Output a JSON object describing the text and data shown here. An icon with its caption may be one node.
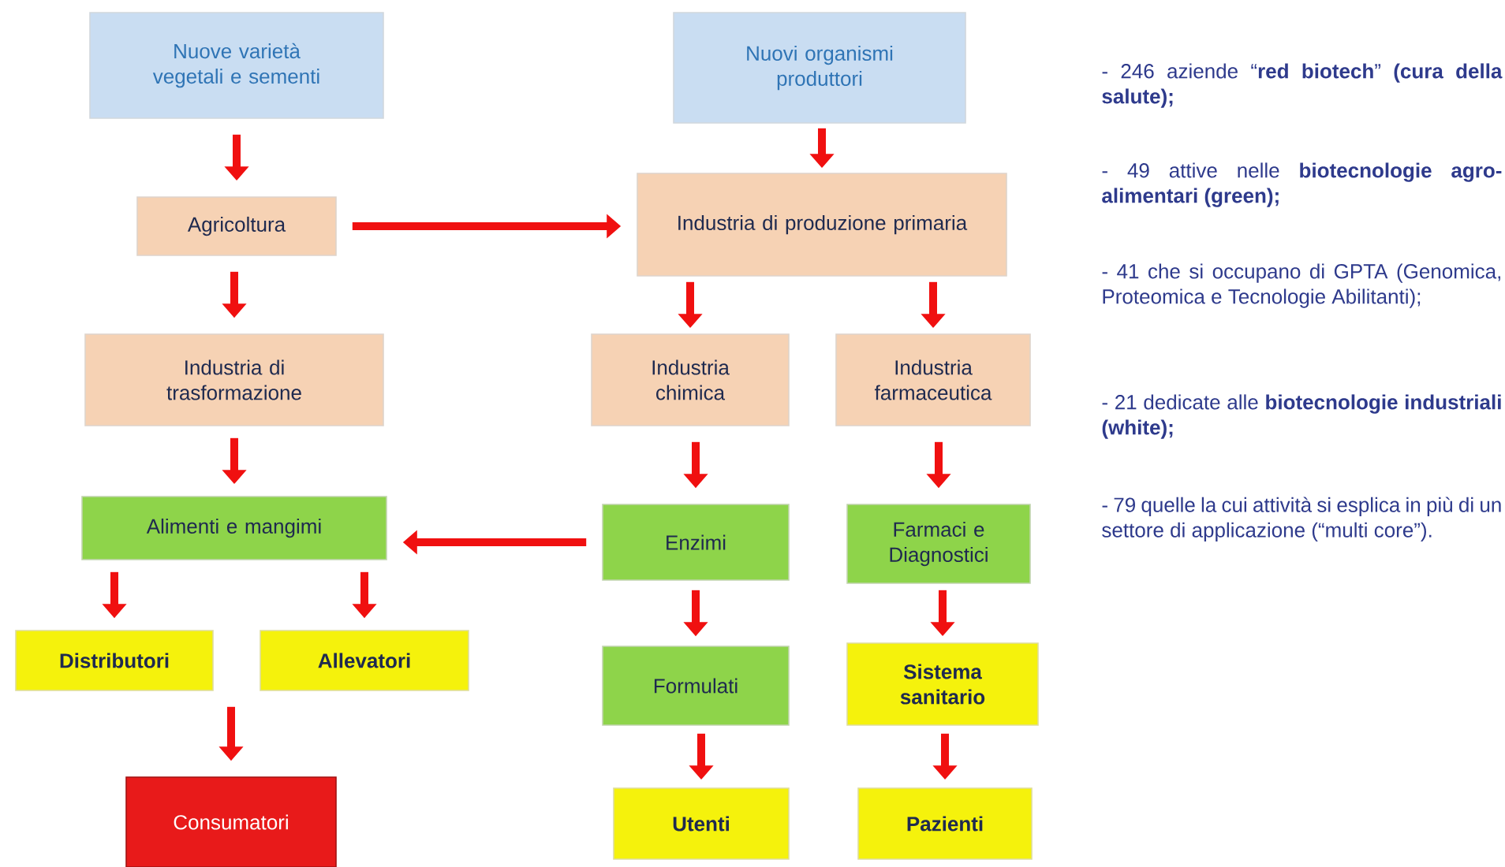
{
  "diagram": {
    "nodes": [
      {
        "text": [
          "Nuove varietà vegetali e sementi"
        ]
      },
      {
        "text": [
          "Agricoltura"
        ]
      },
      {
        "text": [
          "Industria di trasformazione"
        ]
      },
      {
        "text": [
          "Alimenti e mangimi"
        ]
      },
      {
        "text": [
          "Distributori"
        ]
      },
      {
        "text": [
          "Allevatori"
        ]
      },
      {
        "text": [
          "Consumatori"
        ]
      },
      {
        "text": [
          "Nuovi organismi produttori"
        ]
      },
      {
        "text": [
          "Industria di produzione primaria"
        ]
      },
      {
        "text": [
          "Industria chimica"
        ]
      },
      {
        "text": [
          "Industria farmaceutica"
        ]
      },
      {
        "text": [
          "Enzimi"
        ]
      },
      {
        "text": [
          "Farmaci e Diagnostici"
        ]
      },
      {
        "text": [
          "Formulati"
        ]
      },
      {
        "text": [
          "Sistema sanitario"
        ]
      },
      {
        "text": [
          "Utenti"
        ]
      },
      {
        "text": [
          "Pazienti"
        ]
      }
    ],
    "edges": [
      {
        "from": 0,
        "to": 1,
        "arrow": "to"
      },
      {
        "from": 1,
        "to": 2,
        "arrow": "to"
      },
      {
        "from": 2,
        "to": 3,
        "arrow": "to"
      },
      {
        "from": 3,
        "to": 4,
        "arrow": "to"
      },
      {
        "from": 3,
        "to": 5,
        "arrow": "to"
      },
      {
        "from": 4,
        "to": 6,
        "arrow": "to"
      },
      {
        "from": 1,
        "to": 8,
        "arrow": "to"
      },
      {
        "from": 7,
        "to": 8,
        "arrow": "to"
      },
      {
        "from": 8,
        "to": 9,
        "arrow": "to"
      },
      {
        "from": 8,
        "to": 10,
        "arrow": "to"
      },
      {
        "from": 9,
        "to": 11,
        "arrow": "to"
      },
      {
        "from": 10,
        "to": 12,
        "arrow": "to"
      },
      {
        "from": 11,
        "to": 3,
        "arrow": "to"
      },
      {
        "from": 11,
        "to": 13,
        "arrow": "to"
      },
      {
        "from": 12,
        "to": 14,
        "arrow": "to"
      },
      {
        "from": 13,
        "to": 15,
        "arrow": "to"
      },
      {
        "from": 14,
        "to": 16,
        "arrow": "to"
      }
    ],
    "labels": [
      "- 246 aziende “**red biotech**” **(cura della salute);**",
      "- 49 attive nelle **biotecnologie agro-alimentari (green);**",
      "- 41 che si occupano di GPTA (Genomica, Proteomica e Tecnologie Abilitanti);",
      "- 21 dedicate alle **biotecnologie industriali (white);**",
      "- 79 quelle la cui attività si esplica in più di un settore di applicazione (“multi core”)."
    ]
  }
}
